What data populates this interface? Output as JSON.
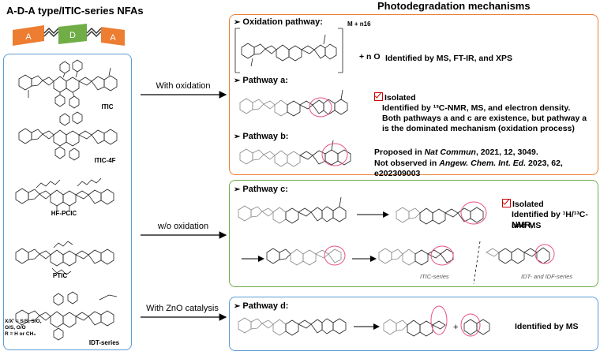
{
  "left_title": "A-D-A type/ITIC-series NFAs",
  "right_title": "Photodegradation mechanisms",
  "ada_blocks": {
    "a1": "A",
    "d": "D",
    "a2": "A"
  },
  "molecules": {
    "itic": "ITIC",
    "itic4f": "ITIC-4F",
    "hfpcic": "HF-PCIC",
    "ptic": "PTIC",
    "idt": "IDT-series",
    "idt_note1": "X/X' = S/S, S/O,",
    "idt_note2": "O/S, O/O",
    "idt_note3": "R = H or CH₃"
  },
  "conditions": {
    "with_oxidation": "With oxidation",
    "wo_oxidation": "w/o oxidation",
    "zno": "With ZnO catalysis"
  },
  "oxidation": {
    "label": "Oxidation pathway:",
    "superscript": "M + n16",
    "plus_n_o": "+ n O",
    "note": "Identified  by MS, FT-IR, and XPS"
  },
  "pathway_a": {
    "label": "Pathway a:",
    "isolated": "Isolated",
    "line1": "Identified by ¹³C-NMR, MS, and electron density.",
    "line2": "Both pathways a and c are existence, but pathway a",
    "line3": "is the dominated mechanism (oxidation process)"
  },
  "pathway_b": {
    "label": "Pathway b:",
    "line1_pre": "Proposed in ",
    "line1_journal": "Nat Commun",
    "line1_post": ", 2021, 12, 3049.",
    "line2_pre": "Not observed in ",
    "line2_journal": "Angew. Chem. Int. Ed.",
    "line2_post": " 2023, 62, e202309003"
  },
  "pathway_c": {
    "label": "Pathway c:",
    "isolated": "Isolated",
    "line1": "Identified by ¹H/¹³C-NMR,",
    "line2": "and MS",
    "caption_itic": "ITIC-series",
    "caption_idt": "IDT- and IDF-series"
  },
  "pathway_d": {
    "label": "Pathway d:",
    "note": "Identified by MS"
  }
}
